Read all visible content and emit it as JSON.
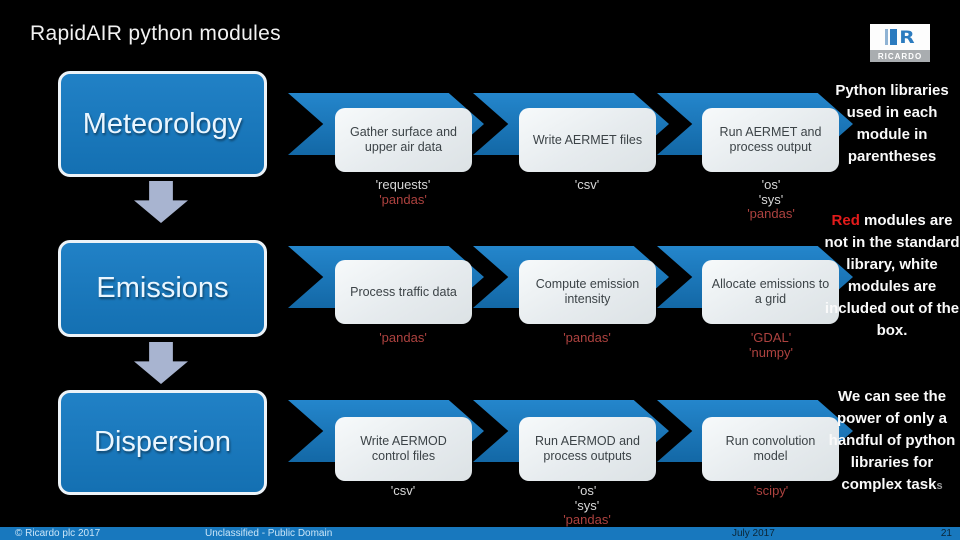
{
  "slide": {
    "title": "RapidAIR python modules",
    "accent_blue": "#1878BE",
    "red_lib_color": "#AD423F",
    "background": "#000000"
  },
  "logo": {
    "brand": "RICARDO",
    "r_glyph": "R"
  },
  "stages": [
    {
      "label": "Meteorology"
    },
    {
      "label": "Emissions"
    },
    {
      "label": "Dispersion"
    }
  ],
  "rows": [
    {
      "steps": [
        {
          "label": "Gather surface and upper air data",
          "libs": [
            {
              "name": "'requests'",
              "red": false
            },
            {
              "name": "'pandas'",
              "red": true
            }
          ]
        },
        {
          "label": "Write AERMET files",
          "libs": [
            {
              "name": "'csv'",
              "red": false
            }
          ]
        },
        {
          "label": "Run AERMET and process output",
          "libs": [
            {
              "name": "'os'",
              "red": false
            },
            {
              "name": "'sys'",
              "red": false
            },
            {
              "name": "'pandas'",
              "red": true
            }
          ]
        }
      ]
    },
    {
      "steps": [
        {
          "label": "Process traffic data",
          "libs": [
            {
              "name": "'pandas'",
              "red": true
            }
          ]
        },
        {
          "label": "Compute emission intensity",
          "libs": [
            {
              "name": "'pandas'",
              "red": true
            }
          ]
        },
        {
          "label": "Allocate emissions to a grid",
          "libs": [
            {
              "name": "'GDAL'",
              "red": true
            },
            {
              "name": "'numpy'",
              "red": true
            }
          ]
        }
      ]
    },
    {
      "steps": [
        {
          "label": "Write AERMOD control files",
          "libs": [
            {
              "name": "'csv'",
              "red": false
            }
          ]
        },
        {
          "label": "Run AERMOD and process outputs",
          "libs": [
            {
              "name": "'os'",
              "red": false
            },
            {
              "name": "'sys'",
              "red": false
            },
            {
              "name": "'pandas'",
              "red": true
            }
          ]
        },
        {
          "label": "Run convolution model",
          "libs": [
            {
              "name": "'scipy'",
              "red": true
            }
          ]
        }
      ]
    }
  ],
  "notes": {
    "p1": "Python libraries used in each module in parentheses",
    "p2_red_word": "Red",
    "p2_rest": " modules are not in the standard library, white modules are included out of the box.",
    "p3_main": "We can see the power of only a handful of python libraries for complex task",
    "p3_suffix": "s"
  },
  "footer": {
    "copyright": "© Ricardo plc 2017",
    "classification": "Unclassified - Public Domain",
    "date": "July 2017",
    "page": "21"
  }
}
